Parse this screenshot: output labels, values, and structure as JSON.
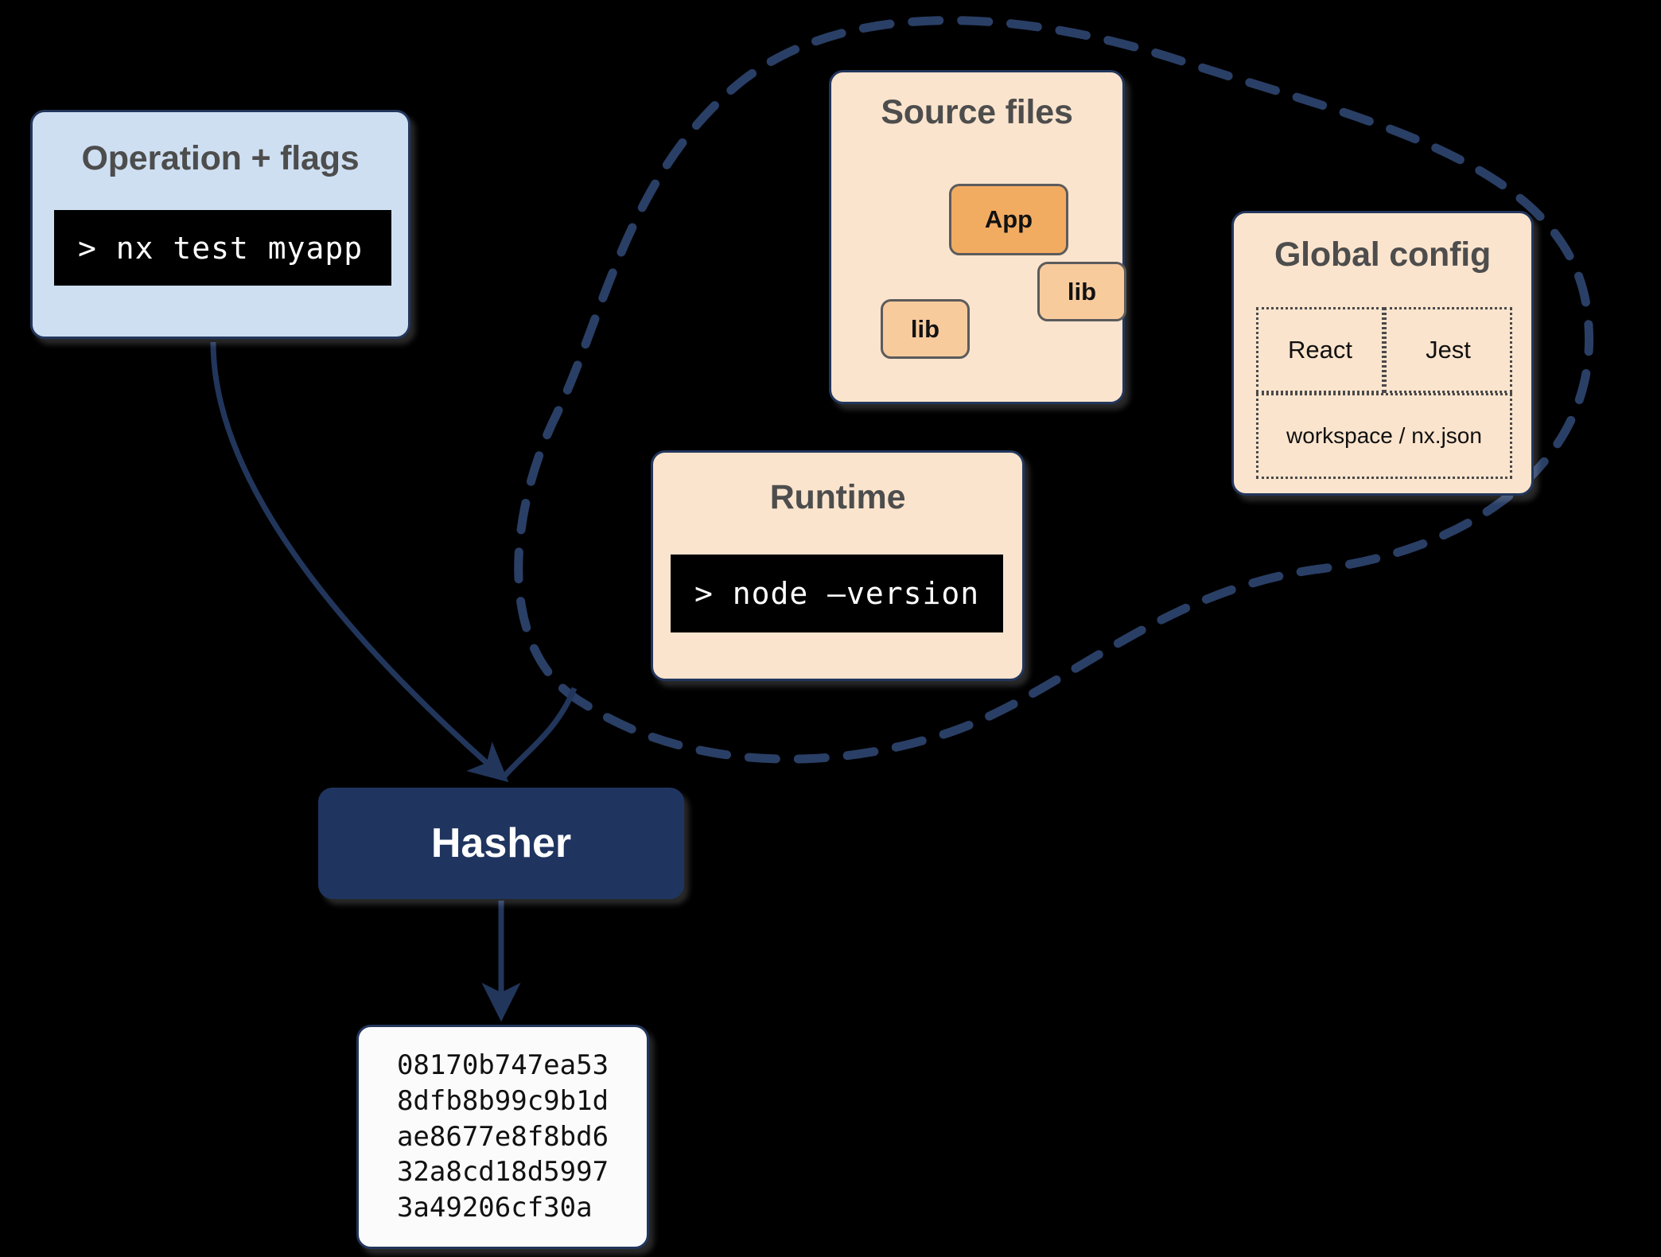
{
  "diagram": {
    "title": "Nx Hasher inputs diagram",
    "colors": {
      "background": "#000000",
      "stroke_navy": "#22365c",
      "operation_fill": "#cfdff2",
      "peach_fill": "#fbe4cd",
      "app_fill": "#f2ac62",
      "lib_fill": "#f8cb9d",
      "hasher_fill": "#1f3560",
      "hash_fill": "#fbfbfb",
      "terminal_bg": "#000000",
      "terminal_fg": "#ffffff",
      "title_gray": "#4d4d4d"
    }
  },
  "operation": {
    "title": "Operation + flags",
    "command": "> nx test myapp"
  },
  "source_files": {
    "title": "Source files",
    "nodes": [
      {
        "id": "app",
        "label": "App"
      },
      {
        "id": "lib-right",
        "label": "lib"
      },
      {
        "id": "lib-left",
        "label": "lib"
      }
    ],
    "edges": [
      {
        "from": "app",
        "to": "lib-right"
      },
      {
        "from": "app",
        "to": "lib-left"
      }
    ]
  },
  "global_config": {
    "title": "Global config",
    "cells": [
      "React",
      "Jest",
      "workspace / nx.json"
    ]
  },
  "runtime": {
    "title": "Runtime",
    "command": "> node –version"
  },
  "hasher": {
    "label": "Hasher"
  },
  "hash_result": {
    "value": "08170b747ea53\n8dfb8b99c9b1d\nae8677e8f8bd6\n32a8cd18d5997\n3a49206cf30a"
  }
}
